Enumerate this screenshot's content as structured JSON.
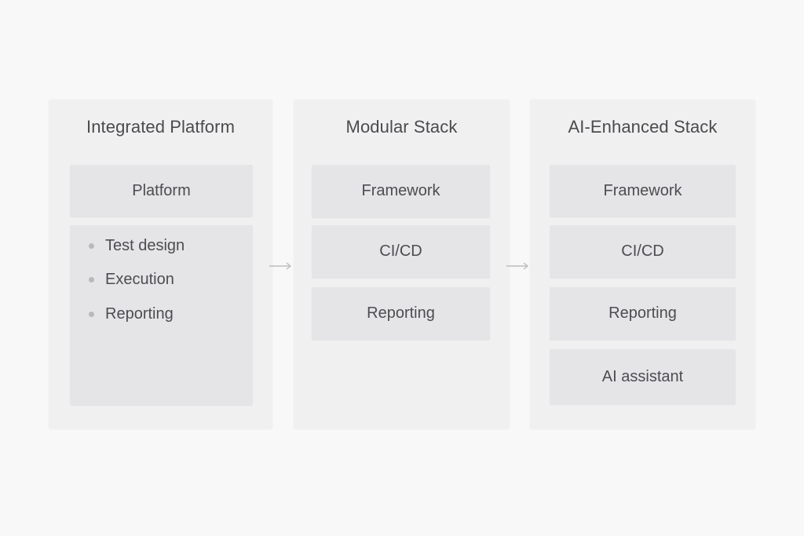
{
  "columns": [
    {
      "title": "Integrated Platform",
      "box": "Platform",
      "features": [
        "Test design",
        "Execution",
        "Reporting"
      ]
    },
    {
      "title": "Modular Stack",
      "boxes": [
        "Framework",
        "CI/CD",
        "Reporting"
      ]
    },
    {
      "title": "AI-Enhanced Stack",
      "boxes": [
        "Framework",
        "CI/CD",
        "Reporting",
        "AI assistant"
      ]
    }
  ]
}
